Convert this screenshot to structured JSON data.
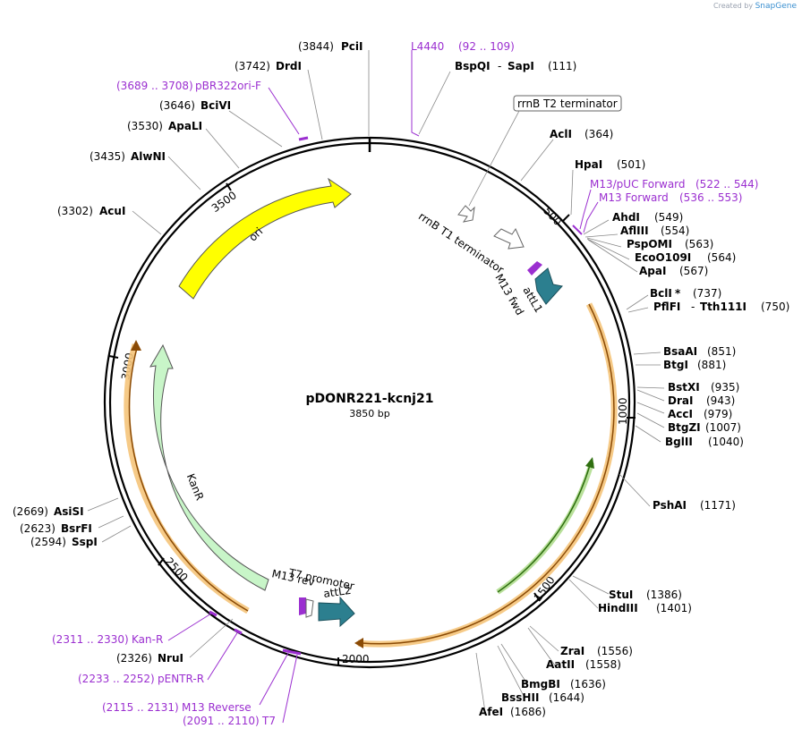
{
  "credit": {
    "prefix": "Created by",
    "brand": "SnapGene"
  },
  "plasmid": {
    "name": "pDONR221-kcnj21",
    "length_label": "3850 bp",
    "length": 3850
  },
  "colors": {
    "backbone": "#000000",
    "primer": "#9b2fd0",
    "ori": "#ffff00",
    "kanr": "#c8f5c8",
    "attL": "#2c7f8f",
    "orange_halo": "#f5c47a",
    "orange_arrow": "#8a4a05",
    "green_arrow": "#2f6f10"
  },
  "ticks": [
    {
      "pos": 500,
      "label": "500"
    },
    {
      "pos": 1000,
      "label": "1000"
    },
    {
      "pos": 1500,
      "label": "1500"
    },
    {
      "pos": 2000,
      "label": "2000"
    },
    {
      "pos": 2500,
      "label": "2500"
    },
    {
      "pos": 3000,
      "label": "3000"
    },
    {
      "pos": 3500,
      "label": "3500"
    }
  ],
  "enzymes": [
    {
      "name": "PciI",
      "pos": "(3844)"
    },
    {
      "name": "DrdI",
      "pos": "(3742)"
    },
    {
      "name": "BciVI",
      "pos": "(3646)"
    },
    {
      "name": "ApaLI",
      "pos": "(3530)"
    },
    {
      "name": "AlwNI",
      "pos": "(3435)"
    },
    {
      "name": "AcuI",
      "pos": "(3302)"
    },
    {
      "name": "BspQI",
      "name2": "SapI",
      "pos": "(111)"
    },
    {
      "name": "AclI",
      "pos": "(364)"
    },
    {
      "name": "HpaI",
      "pos": "(501)"
    },
    {
      "name": "AhdI",
      "pos": "(549)"
    },
    {
      "name": "AflIII",
      "pos": "(554)"
    },
    {
      "name": "PspOMI",
      "pos": "(563)"
    },
    {
      "name": "EcoO109I",
      "pos": "(564)"
    },
    {
      "name": "ApaI",
      "pos": "(567)"
    },
    {
      "name": "BclI",
      "star": "*",
      "pos": "(737)"
    },
    {
      "name": "PflFI",
      "name2": "Tth111I",
      "pos": "(750)"
    },
    {
      "name": "BsaAI",
      "pos": "(851)"
    },
    {
      "name": "BtgI",
      "pos": "(881)"
    },
    {
      "name": "BstXI",
      "pos": "(935)"
    },
    {
      "name": "DraI",
      "pos": "(943)"
    },
    {
      "name": "AccI",
      "pos": "(979)"
    },
    {
      "name": "BtgZI",
      "pos": "(1007)"
    },
    {
      "name": "BglII",
      "pos": "(1040)"
    },
    {
      "name": "PshAI",
      "pos": "(1171)"
    },
    {
      "name": "StuI",
      "pos": "(1386)"
    },
    {
      "name": "HindIII",
      "pos": "(1401)"
    },
    {
      "name": "ZraI",
      "pos": "(1556)"
    },
    {
      "name": "AatII",
      "pos": "(1558)"
    },
    {
      "name": "BmgBI",
      "pos": "(1636)"
    },
    {
      "name": "BssHII",
      "pos": "(1644)"
    },
    {
      "name": "AfeI",
      "pos": "(1686)"
    },
    {
      "name": "AsiSI",
      "pos": "(2669)"
    },
    {
      "name": "BsrFI",
      "pos": "(2623)"
    },
    {
      "name": "SspI",
      "pos": "(2594)"
    },
    {
      "name": "NruI",
      "pos": "(2326)"
    }
  ],
  "primers": [
    {
      "name": "L4440",
      "range": "(92 .. 109)"
    },
    {
      "name": "pBR322ori-F",
      "range": "(3689 .. 3708)"
    },
    {
      "name": "M13/pUC Forward",
      "range": "(522 .. 544)"
    },
    {
      "name": "M13 Forward",
      "range": "(536 .. 553)"
    },
    {
      "name": "Kan-R",
      "range": "(2311 .. 2330)"
    },
    {
      "name": "pENTR-R",
      "range": "(2233 .. 2252)"
    },
    {
      "name": "M13 Reverse",
      "range": "(2115 .. 2131)"
    },
    {
      "name": "T7",
      "range": "(2091 .. 2110)"
    }
  ],
  "features": {
    "rrnb_t2": "rrnB T2 terminator",
    "rrnb_t1": "rrnB T1 terminator",
    "m13_fwd": "M13 fwd",
    "attl1": "attL1",
    "ori": "ori",
    "kanr": "KanR",
    "t7_promoter": "T7 promoter",
    "m13_rev": "M13 rev",
    "attl2": "attL2"
  }
}
